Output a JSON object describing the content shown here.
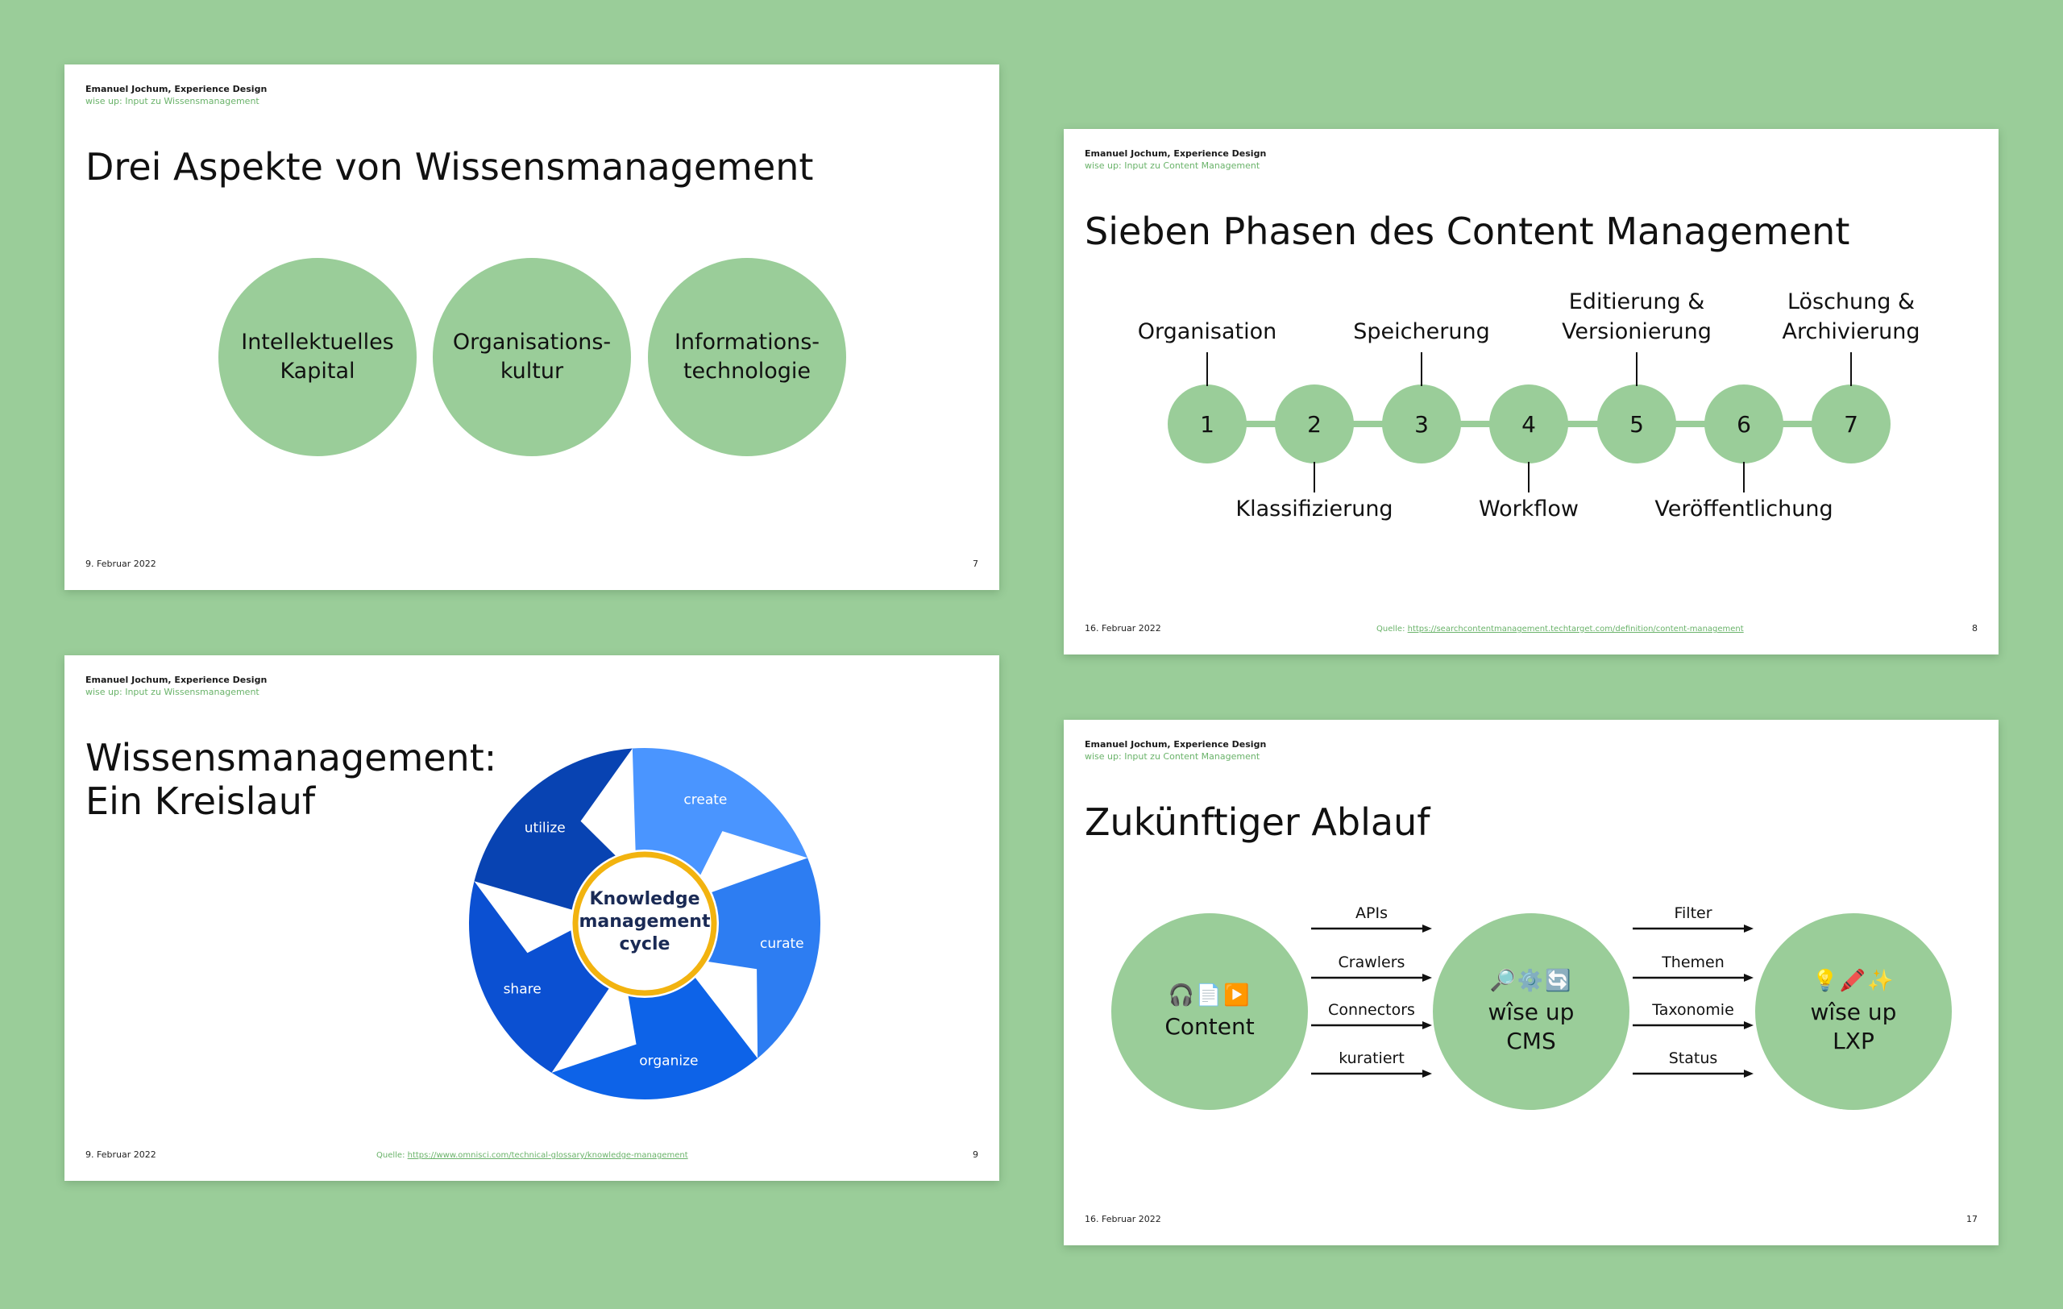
{
  "colors": {
    "background": "#9acd99",
    "accent_green": "#9acd99",
    "link_green": "#6ab36a",
    "cycle_blues": [
      "#4a95ff",
      "#2d7df2",
      "#0d63e8",
      "#0b50d2",
      "#0843b2"
    ],
    "cycle_ring": "#f2b30f"
  },
  "slides": {
    "aspects": {
      "author": "Emanuel Jochum, Experience Design",
      "subtitle": "wise up: Input zu Wissensmanagement",
      "title": "Drei Aspekte von Wissensmanagement",
      "circles": [
        "Intellektuelles\nKapital",
        "Organisations-\nkultur",
        "Informations-\ntechnologie"
      ],
      "date": "9. Februar 2022",
      "page": "7"
    },
    "phases": {
      "author": "Emanuel Jochum, Experience Design",
      "subtitle": "wise up: Input zu Content Management",
      "title": "Sieben Phasen des Content Management",
      "steps": [
        {
          "number": "1",
          "label": "Organisation"
        },
        {
          "number": "2",
          "label": "Klassifizierung"
        },
        {
          "number": "3",
          "label": "Speicherung"
        },
        {
          "number": "4",
          "label": "Workflow"
        },
        {
          "number": "5",
          "label": "Editierung &\nVersionierung"
        },
        {
          "number": "6",
          "label": "Veröffentlichung"
        },
        {
          "number": "7",
          "label": "Löschung &\nArchivierung"
        }
      ],
      "source_prefix": "Quelle: ",
      "source_url": "https://searchcontentmanagement.techtarget.com/definition/content-management",
      "date": "16. Februar 2022",
      "page": "8"
    },
    "cycle": {
      "author": "Emanuel Jochum, Experience Design",
      "subtitle": "wise up: Input zu Wissensmanagement",
      "title_line1": "Wissensmanagement:",
      "title_line2": "Ein Kreislauf",
      "segments": [
        "create",
        "curate",
        "organize",
        "share",
        "utilize"
      ],
      "center_lines": [
        "Knowledge",
        "management",
        "cycle"
      ],
      "source_prefix": "Quelle: ",
      "source_url": "https://www.omnisci.com/technical-glossary/knowledge-management",
      "date": "9. Februar 2022",
      "page": "9"
    },
    "future": {
      "author": "Emanuel Jochum, Experience Design",
      "subtitle": "wise up: Input zu Content Management",
      "title": "Zukünftiger Ablauf",
      "nodes": [
        {
          "icons": "🎧📄▶️",
          "label": "Content"
        },
        {
          "icons": "🔎⚙️🔄",
          "label": "wîse up\nCMS"
        },
        {
          "icons": "💡🖍️✨",
          "label": "wîse up\nLXP"
        }
      ],
      "inputs": [
        "APIs",
        "Crawlers",
        "Connectors",
        "kuratiert"
      ],
      "outputs": [
        "Filter",
        "Themen",
        "Taxonomie",
        "Status"
      ],
      "date": "16. Februar 2022",
      "page": "17"
    }
  }
}
